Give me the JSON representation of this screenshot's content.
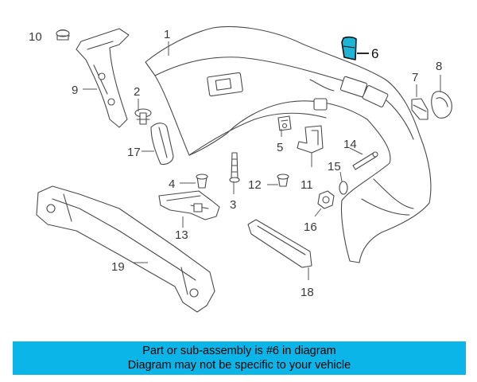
{
  "colors": {
    "banner_bg": "#0bb5e8",
    "highlight": "#1fb3d6",
    "line": "#4a4a4a"
  },
  "callouts": [
    {
      "id": "1",
      "text": "1"
    },
    {
      "id": "2",
      "text": "2"
    },
    {
      "id": "3",
      "text": "3"
    },
    {
      "id": "4",
      "text": "4"
    },
    {
      "id": "5",
      "text": "5"
    },
    {
      "id": "6",
      "text": "6",
      "highlighted": true
    },
    {
      "id": "7",
      "text": "7"
    },
    {
      "id": "8",
      "text": "8"
    },
    {
      "id": "9",
      "text": "9"
    },
    {
      "id": "10",
      "text": "10"
    },
    {
      "id": "11",
      "text": "11"
    },
    {
      "id": "12",
      "text": "12"
    },
    {
      "id": "13",
      "text": "13"
    },
    {
      "id": "14",
      "text": "14"
    },
    {
      "id": "15",
      "text": "15"
    },
    {
      "id": "16",
      "text": "16"
    },
    {
      "id": "17",
      "text": "17"
    },
    {
      "id": "18",
      "text": "18"
    },
    {
      "id": "19",
      "text": "19"
    }
  ],
  "banner": {
    "line1": "Part or sub-assembly is #6 in diagram",
    "line2": "Diagram may not be specific to your vehicle"
  }
}
